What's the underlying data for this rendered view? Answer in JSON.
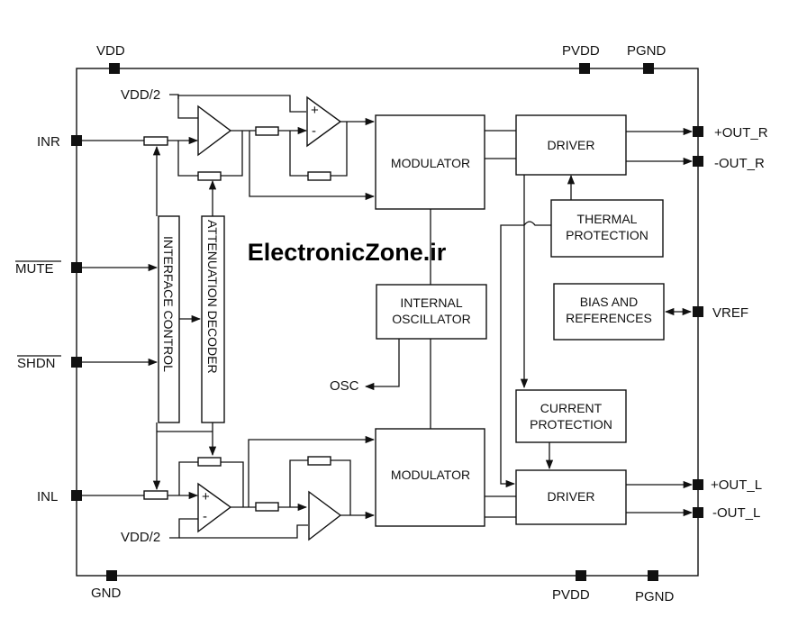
{
  "watermark": "ElectronicZone.ir",
  "pins": {
    "vdd_top": "VDD",
    "pvdd_top": "PVDD",
    "pgnd_top": "PGND",
    "inr": "INR",
    "mute": "MUTE",
    "shdn": "SHDN",
    "inl": "INL",
    "gnd": "GND",
    "pvdd_bottom": "PVDD",
    "pgnd_bottom": "PGND",
    "out_r_pos": "+OUT_R",
    "out_r_neg": "-OUT_R",
    "vref": "VREF",
    "out_l_pos": "+OUT_L",
    "out_l_neg": "-OUT_L",
    "osc": "OSC"
  },
  "signals": {
    "vdd_half_top": "VDD/2",
    "vdd_half_bottom": "VDD/2",
    "opamp_plus": "+",
    "opamp_minus": "-"
  },
  "blocks": {
    "modulator_top": "MODULATOR",
    "modulator_bottom": "MODULATOR",
    "driver_top": "DRIVER",
    "driver_bottom": "DRIVER",
    "thermal_line1": "THERMAL",
    "thermal_line2": "PROTECTION",
    "bias_line1": "BIAS AND",
    "bias_line2": "REFERENCES",
    "oscillator_line1": "INTERNAL",
    "oscillator_line2": "OSCILLATOR",
    "current_line1": "CURRENT",
    "current_line2": "PROTECTION",
    "interface_control": "INTERFACE CONTROL",
    "attenuation_decoder": "ATTENUATION DECODER"
  }
}
